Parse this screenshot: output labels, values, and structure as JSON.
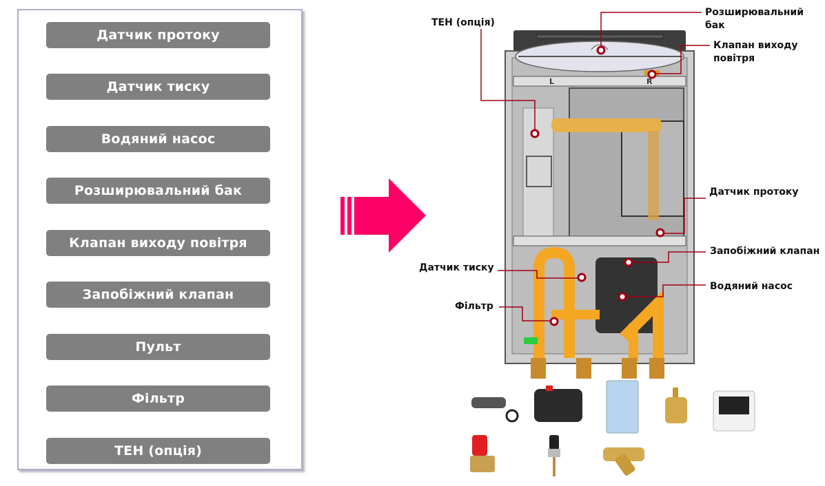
{
  "component_list": {
    "items": [
      {
        "label": "Датчик протоку"
      },
      {
        "label": "Датчик тиску"
      },
      {
        "label": "Водяний насос"
      },
      {
        "label": "Розширювальний бак"
      },
      {
        "label": "Клапан виходу повітря"
      },
      {
        "label": "Запобіжний клапан"
      },
      {
        "label": "Пульт"
      },
      {
        "label": "Фільтр"
      },
      {
        "label": "ТЕН (опція)"
      }
    ]
  },
  "arrow": {
    "icon": "right-arrow-icon",
    "color": "#ff0066"
  },
  "diagram": {
    "callouts": {
      "heater": "ТЕН (опція)",
      "expansion_tank_line1": "Розширювальний",
      "expansion_tank_line2": "бак",
      "air_valve_line1": "Клапан виходу",
      "air_valve_line2": "повітря",
      "flow_sensor": "Датчик протоку",
      "safety_valve": "Запобіжний клапан",
      "pump": "Водяний насос",
      "pressure_sensor": "Датчик тиску",
      "filter": "Фільтр"
    },
    "colors": {
      "callout_line": "#a00010",
      "pipe": "#f5a623",
      "frame": "#c8c8c8",
      "dark": "#3a3a3a"
    }
  },
  "part_photos": [
    {
      "name": "flow-sensor-photo"
    },
    {
      "name": "water-pump-photo"
    },
    {
      "name": "expansion-tank-photo"
    },
    {
      "name": "air-vent-valve-photo"
    },
    {
      "name": "controller-photo"
    },
    {
      "name": "safety-valve-photo"
    },
    {
      "name": "pressure-sensor-photo"
    },
    {
      "name": "y-filter-photo"
    }
  ]
}
